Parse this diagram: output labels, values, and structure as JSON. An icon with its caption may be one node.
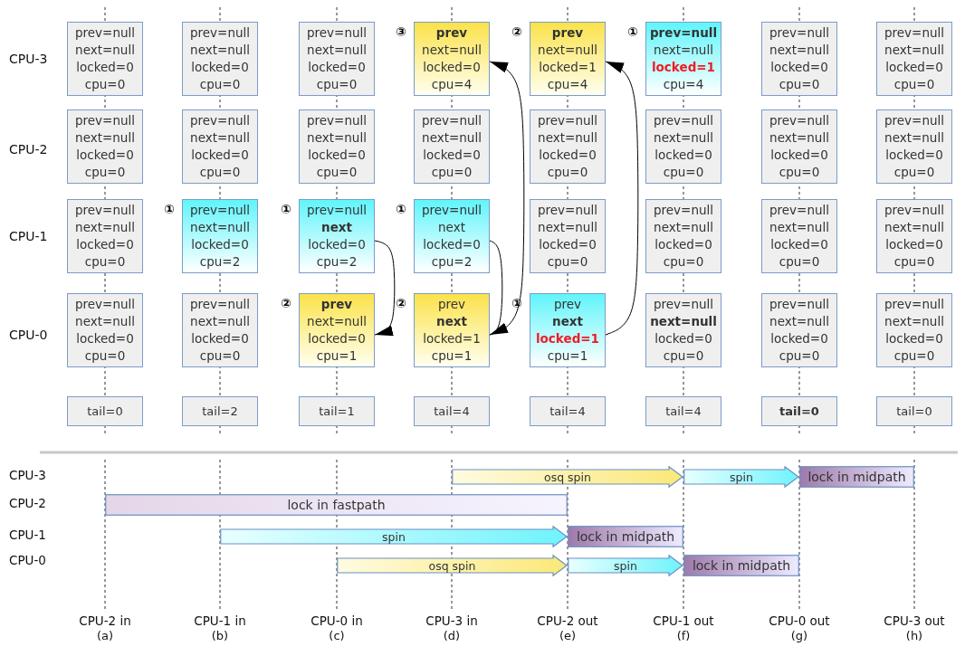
{
  "diagram": {
    "nodes": [
      {
        "text": [
          "prev=null",
          "next=null",
          "locked=0",
          "cpu=0"
        ]
      },
      {
        "text": [
          "prev=null",
          "next=null",
          "locked=0",
          "cpu=0"
        ]
      },
      {
        "text": [
          "prev=null",
          "next=null",
          "locked=0",
          "cpu=0"
        ]
      },
      {
        "text": [
          "prev",
          "next=null",
          "locked=0",
          "cpu=4"
        ],
        "beside": [
          "③"
        ]
      },
      {
        "text": [
          "prev",
          "next=null",
          "locked=1",
          "cpu=4"
        ],
        "beside": [
          "②"
        ]
      },
      {
        "text": [
          "prev=null",
          "next=null",
          "locked=1",
          "cpu=4"
        ],
        "beside": [
          "①"
        ]
      },
      {
        "text": [
          "prev=null",
          "next=null",
          "locked=0",
          "cpu=0"
        ]
      },
      {
        "text": [
          "prev=null",
          "next=null",
          "locked=0",
          "cpu=0"
        ]
      },
      {
        "text": [
          "prev=null",
          "next=null",
          "locked=0",
          "cpu=0"
        ]
      },
      {
        "text": [
          "prev=null",
          "next=null",
          "locked=0",
          "cpu=0"
        ]
      },
      {
        "text": [
          "prev=null",
          "next=null",
          "locked=0",
          "cpu=0"
        ]
      },
      {
        "text": [
          "prev=null",
          "next=null",
          "locked=0",
          "cpu=0"
        ]
      },
      {
        "text": [
          "prev=null",
          "next=null",
          "locked=0",
          "cpu=0"
        ]
      },
      {
        "text": [
          "prev=null",
          "next=null",
          "locked=0",
          "cpu=0"
        ]
      },
      {
        "text": [
          "prev=null",
          "next=null",
          "locked=0",
          "cpu=0"
        ]
      },
      {
        "text": [
          "prev=null",
          "next=null",
          "locked=0",
          "cpu=0"
        ]
      },
      {
        "text": [
          "prev=null",
          "next=null",
          "locked=0",
          "cpu=0"
        ]
      },
      {
        "text": [
          "prev=null",
          "next=null",
          "locked=0",
          "cpu=2"
        ],
        "beside": [
          "①"
        ]
      },
      {
        "text": [
          "prev=null",
          "next",
          "locked=0",
          "cpu=2"
        ],
        "beside": [
          "①"
        ]
      },
      {
        "text": [
          "prev=null",
          "next",
          "locked=0",
          "cpu=2"
        ],
        "beside": [
          "①"
        ]
      },
      {
        "text": [
          "prev=null",
          "next=null",
          "locked=0",
          "cpu=0"
        ]
      },
      {
        "text": [
          "prev=null",
          "next=null",
          "locked=0",
          "cpu=0"
        ]
      },
      {
        "text": [
          "prev=null",
          "next=null",
          "locked=0",
          "cpu=0"
        ]
      },
      {
        "text": [
          "prev=null",
          "next=null",
          "locked=0",
          "cpu=0"
        ]
      },
      {
        "text": [
          "prev=null",
          "next=null",
          "locked=0",
          "cpu=0"
        ]
      },
      {
        "text": [
          "prev=null",
          "next=null",
          "locked=0",
          "cpu=0"
        ]
      },
      {
        "text": [
          "prev",
          "next=null",
          "locked=0",
          "cpu=1"
        ],
        "beside": [
          "②"
        ]
      },
      {
        "text": [
          "prev",
          "next",
          "locked=1",
          "cpu=1"
        ],
        "beside": [
          "②"
        ]
      },
      {
        "text": [
          "prev",
          "next",
          "locked=1",
          "cpu=1"
        ],
        "beside": [
          "①"
        ]
      },
      {
        "text": [
          "prev=null",
          "next=null",
          "locked=0",
          "cpu=0"
        ]
      },
      {
        "text": [
          "prev=null",
          "next=null",
          "locked=0",
          "cpu=0"
        ]
      },
      {
        "text": [
          "prev=null",
          "next=null",
          "locked=0",
          "cpu=0"
        ]
      },
      {
        "text": [
          "tail=0"
        ]
      },
      {
        "text": [
          "tail=2"
        ]
      },
      {
        "text": [
          "tail=1"
        ]
      },
      {
        "text": [
          "tail=4"
        ]
      },
      {
        "text": [
          "tail=4"
        ]
      },
      {
        "text": [
          "tail=4"
        ]
      },
      {
        "text": [
          "tail=0"
        ]
      },
      {
        "text": [
          "tail=0"
        ]
      },
      {
        "text": [
          "osq spin"
        ]
      },
      {
        "text": [
          "spin"
        ]
      },
      {
        "text": [
          "lock in midpath"
        ]
      },
      {
        "text": [
          "lock in fastpath"
        ]
      },
      {
        "text": [
          "spin"
        ]
      },
      {
        "text": [
          "lock in midpath"
        ]
      },
      {
        "text": [
          "osq spin"
        ]
      },
      {
        "text": [
          "spin"
        ]
      },
      {
        "text": [
          "lock in midpath"
        ]
      }
    ],
    "edges": [
      {
        "from": 18,
        "to": 26,
        "arrow": "to"
      },
      {
        "from": 19,
        "to": 27,
        "arrow": "to"
      },
      {
        "from": 27,
        "to": 3,
        "arrow": "to"
      },
      {
        "from": 28,
        "to": 4,
        "arrow": "to"
      }
    ],
    "labels": [
      "CPU-3",
      "CPU-2",
      "CPU-1",
      "CPU-0",
      "CPU-3",
      "CPU-2",
      "CPU-1",
      "CPU-0",
      "CPU-2 in",
      "CPU-1 in",
      "CPU-0 in",
      "CPU-3 in",
      "CPU-2 out",
      "CPU-1 out",
      "CPU-0 out",
      "CPU-3 out",
      "(a)",
      "(b)",
      "(c)",
      "(d)",
      "(e)",
      "(f)",
      "(g)",
      "(h)"
    ]
  }
}
